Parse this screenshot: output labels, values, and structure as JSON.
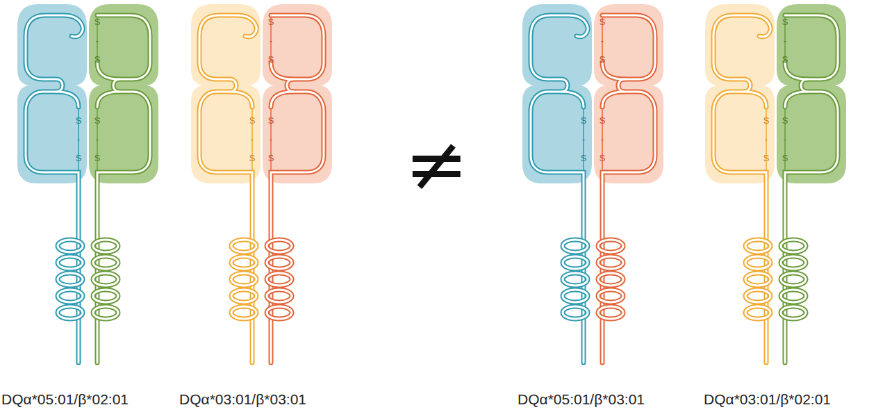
{
  "diagram": {
    "labels": [
      "S-S",
      "S-S",
      "S-S",
      "S-S",
      "S-S",
      "S-S",
      "S-S",
      "S-S",
      "S-S",
      "S-S",
      "S-S",
      "S-S",
      "≠",
      "DQα*05:01/β*02:01",
      "DQα*03:01/β*03:01",
      "DQα*05:01/β*03:01",
      "DQα*03:01/β*02:01"
    ]
  }
}
